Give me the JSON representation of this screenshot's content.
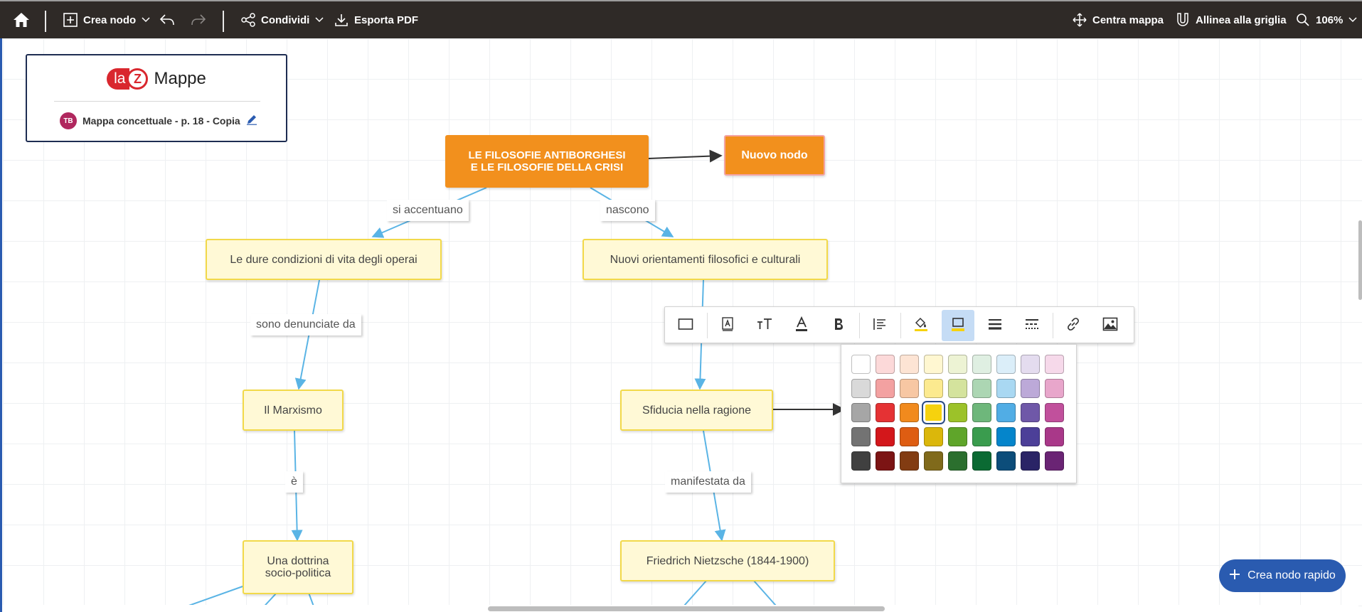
{
  "toolbar": {
    "home_icon": "home-icon",
    "create_node": "Crea nodo",
    "share": "Condividi",
    "export_pdf": "Esporta PDF",
    "center_map": "Centra mappa",
    "align_grid": "Allinea alla griglia",
    "zoom": "106%"
  },
  "brand": {
    "logo_la": "la",
    "logo_z": "Z",
    "logo_name": "Mappe",
    "avatar_initials": "TB",
    "map_title": "Mappa concettuale - p. 18 - Copia",
    "accent_color": "#d9272e"
  },
  "nodes": {
    "root": "LE FILOSOFIE ANTIBORGHESI\nE LE FILOSOFIE DELLA CRISI",
    "new_node": "Nuovo nodo",
    "workers": "Le dure condizioni di vita degli operai",
    "orientations": "Nuovi orientamenti filosofici e culturali",
    "marxism": "Il Marxismo",
    "distrust": "Sfiducia nella ragione",
    "doctrine": "Una dottrina\nsocio-politica",
    "nietzsche": "Friedrich Nietzsche (1844-1900)"
  },
  "links": {
    "accentuate": "si accentuano",
    "born": "nascono",
    "denounced": "sono denunciate da",
    "is": "è",
    "manifested": "manifestata da"
  },
  "format_toolbar": {
    "buttons": [
      "shape-icon",
      "text-style-icon",
      "font-size-icon",
      "text-color-icon",
      "bold-icon",
      "align-icon",
      "fill-color-icon",
      "border-color-icon",
      "border-width-icon",
      "border-style-icon",
      "link-icon",
      "image-icon"
    ],
    "active": "border-color-icon"
  },
  "palette": {
    "rows": [
      [
        "#ffffff",
        "#fcd9d9",
        "#fde4d4",
        "#fff7d1",
        "#edf3d4",
        "#dfefe2",
        "#dbeef9",
        "#e4dcef",
        "#f6d9ea"
      ],
      [
        "#d9d9d9",
        "#f3a1a1",
        "#f7c7a3",
        "#fcea8f",
        "#d4e39d",
        "#acd6b3",
        "#a9d8f2",
        "#bca9d8",
        "#e8a6cb"
      ],
      [
        "#a6a6a6",
        "#e53234",
        "#f18a1d",
        "#f6d20e",
        "#9cc229",
        "#6eb77b",
        "#51ade5",
        "#6f58a8",
        "#c1509c"
      ],
      [
        "#737373",
        "#d3171b",
        "#de5d12",
        "#dbb70b",
        "#5fa52a",
        "#3a9c4e",
        "#0585cb",
        "#4c3f98",
        "#a93889"
      ],
      [
        "#404040",
        "#7c1414",
        "#823c12",
        "#806a1b",
        "#2b6f2e",
        "#0b6a33",
        "#0c4d7a",
        "#2a2466",
        "#6a2474"
      ]
    ],
    "selected": "#f6d20e"
  },
  "quick_create": "Crea nodo rapido",
  "colors": {
    "topbar": "#2f2a27",
    "root_fill": "#f2901d",
    "node_fill": "#fff9d6",
    "node_border": "#f2d94a",
    "connector": "#5ab4e5",
    "primary": "#2a5bb0"
  }
}
